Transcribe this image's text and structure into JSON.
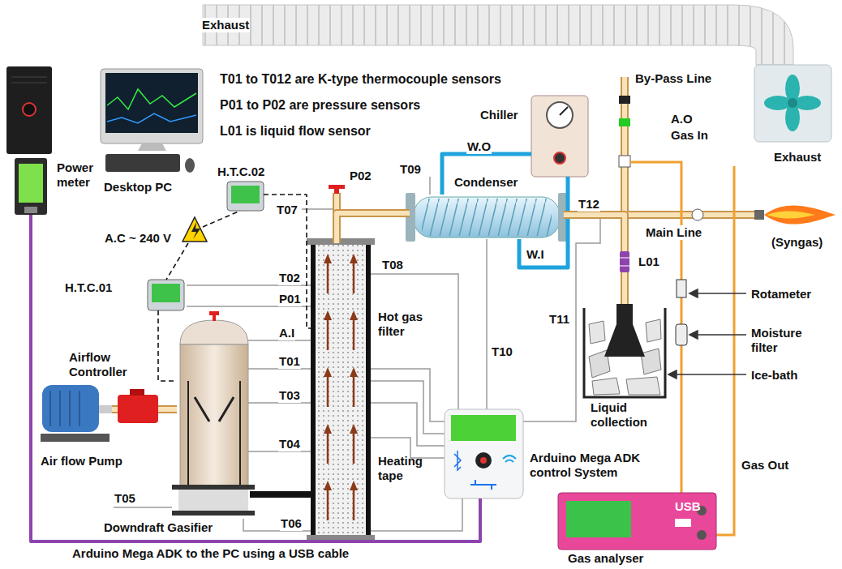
{
  "diagram": {
    "nodes": [
      {
        "text": [
          "Desktop PC"
        ]
      },
      {
        "text": [
          "Power meter"
        ]
      },
      {
        "text": [
          "H.T.C.02"
        ]
      },
      {
        "text": [
          "H.T.C.01"
        ]
      },
      {
        "text": [
          "Airflow Controller"
        ]
      },
      {
        "text": [
          "Air flow Pump"
        ]
      },
      {
        "text": [
          "Downdraft Gasifier"
        ]
      },
      {
        "text": [
          "Hot gas filter",
          "Heating tape"
        ]
      },
      {
        "text": [
          "Chiller"
        ]
      },
      {
        "text": [
          "Condenser"
        ]
      },
      {
        "text": [
          "Liquid collection"
        ]
      },
      {
        "text": [
          "Arduino Mega ADK control System"
        ]
      },
      {
        "text": [
          "Gas analyser",
          "USB"
        ]
      }
    ],
    "edges": [
      {
        "from": 5,
        "to": 4,
        "arrow": "none"
      },
      {
        "from": 4,
        "to": 6,
        "arrow": "none"
      },
      {
        "from": 6,
        "to": 7,
        "arrow": "none"
      },
      {
        "from": 7,
        "to": 9,
        "arrow": "none"
      },
      {
        "from": 8,
        "to": 9,
        "label": "W.O",
        "arrow": "none"
      },
      {
        "from": 9,
        "to": 8,
        "label": "W.I",
        "arrow": "none"
      },
      {
        "from": 9,
        "to": 10,
        "arrow": "none"
      },
      {
        "from": 2,
        "to": 7,
        "arrow": "none"
      },
      {
        "from": 3,
        "to": 6,
        "arrow": "none"
      },
      {
        "from": 11,
        "to": 1,
        "label": "Arduino Mega ADK to the PC using a USB cable",
        "arrow": "none"
      }
    ],
    "labels": [
      "Exhaust",
      "Exhaust",
      "T01 to T012 are K-type thermocouple sensors",
      "P01 to P02 are pressure sensors",
      "L01 is liquid flow sensor",
      "A.C ~ 240 V",
      "T01",
      "T02",
      "T03",
      "T04",
      "T05",
      "T06",
      "T07",
      "T08",
      "T09",
      "T10",
      "T11",
      "T12",
      "P01",
      "P02",
      "A.I",
      "L01",
      "By-Pass Line",
      "A.O",
      "Gas In",
      "Main Line",
      "(Syngas)",
      "Rotameter",
      "Moisture filter",
      "Ice-bath",
      "Gas Out"
    ]
  }
}
